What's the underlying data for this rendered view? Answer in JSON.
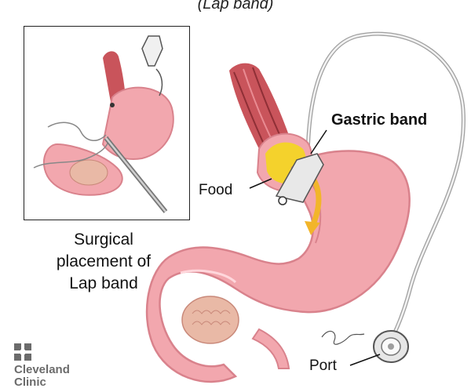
{
  "title": "(Lap band)",
  "labels": {
    "gastric_band": "Gastric band",
    "food": "Food",
    "port": "Port"
  },
  "caption": {
    "line1": "Surgical",
    "line2": "placement of",
    "line3": "Lap band"
  },
  "logo": {
    "line1": "Cleveland",
    "line2": "Clinic"
  },
  "colors": {
    "stomach": "#f2a7ae",
    "stomach_shadow": "#d9828c",
    "esophagus": "#c9545b",
    "food": "#f4d22c",
    "arrow": "#f2b52a",
    "band": "#e8e8e8",
    "tube": "#bdbdbd",
    "pancreas": "#e9b9a6",
    "logo": "#6b6b6b"
  }
}
